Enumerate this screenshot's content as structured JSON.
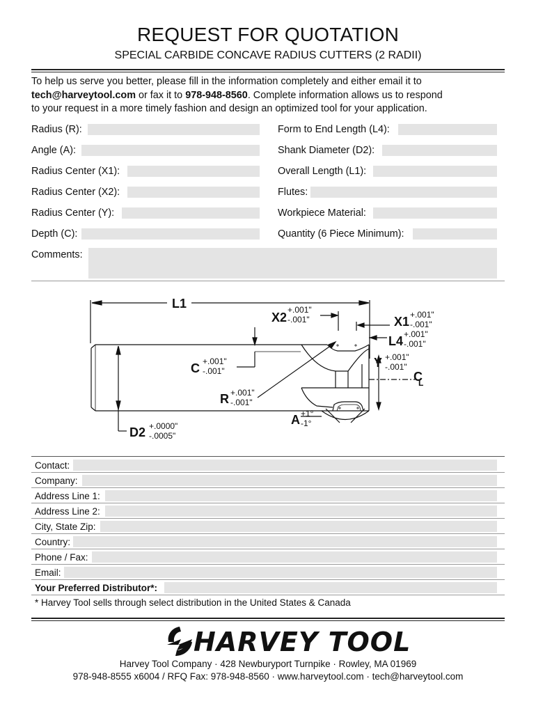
{
  "header": {
    "title": "REQUEST FOR QUOTATION",
    "subtitle": "SPECIAL CARBIDE CONCAVE RADIUS CUTTERS (2 RADII)"
  },
  "intro": {
    "line1": "To help us serve you better, please fill in the information completely and either email it to",
    "email": "tech@harveytool.com",
    "mid": " or fax it to ",
    "fax": "978-948-8560",
    "line2_rest": ". Complete information allows us to respond",
    "line3": "to your request in a more timely fashion and design an optimized tool for your application."
  },
  "fields_left": [
    "Radius (R):",
    "Angle (A):",
    "Radius Center (X1):",
    "Radius Center (X2):",
    "Radius Center (Y):",
    "Depth (C):"
  ],
  "fields_right": [
    "Form to End Length (L4):",
    "Shank Diameter (D2):",
    "Overall Length (L1):",
    "Flutes:",
    "Workpiece Material:",
    "Quantity (6 Piece Minimum):"
  ],
  "comments_label": "Comments:",
  "diagram": {
    "L1": "L1",
    "X2": "X2",
    "X1": "X1",
    "L4": "L4",
    "C": "C",
    "Y": "Y",
    "R": "R",
    "A": "A",
    "D2": "D2",
    "CL": "C",
    "CL_sub": "L",
    "tol_plus": "+.001\"",
    "tol_minus": "-.001\"",
    "a_plus": "+1°",
    "a_minus": "-1°",
    "d2_plus": "+.0000\"",
    "d2_minus": "-.0005\""
  },
  "contact_fields": [
    "Contact:",
    "Company:",
    "Address Line 1:",
    "Address Line 2:",
    "City, State Zip:",
    "Country:",
    "Phone / Fax:",
    "Email:"
  ],
  "distributor_label": "Your Preferred Distributor*:",
  "distributor_note": "* Harvey Tool sells through select distribution in the United States & Canada",
  "logo_text": "HARVEY TOOL",
  "footer": {
    "line1": "Harvey Tool Company  ·  428 Newburyport Turnpike  ·  Rowley, MA 01969",
    "line2": "978-948-8555 x6004 / RFQ Fax: 978-948-8560  ·  www.harveytool.com  ·  tech@harveytool.com"
  }
}
